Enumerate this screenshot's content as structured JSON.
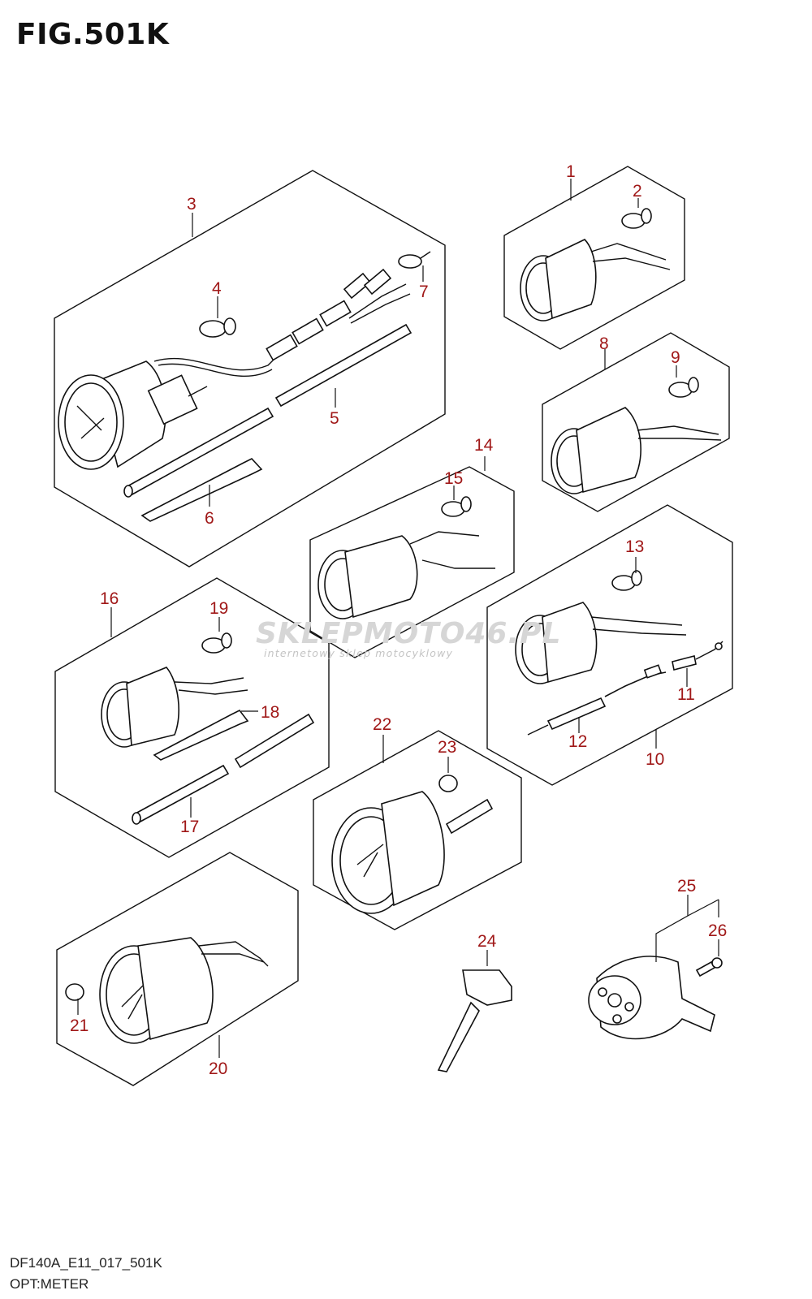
{
  "figure": {
    "title": "FIG.501K",
    "code": "DF140A_E11_017_501K",
    "name": "OPT:METER"
  },
  "watermark": {
    "brand": "SKLEPMOTO46.PL",
    "tagline": "internetowy sklep motocyklowy"
  },
  "callouts": [
    "1",
    "2",
    "3",
    "4",
    "5",
    "6",
    "7",
    "8",
    "9",
    "10",
    "11",
    "12",
    "13",
    "14",
    "15",
    "16",
    "17",
    "18",
    "19",
    "20",
    "21",
    "22",
    "23",
    "24",
    "25",
    "26"
  ]
}
